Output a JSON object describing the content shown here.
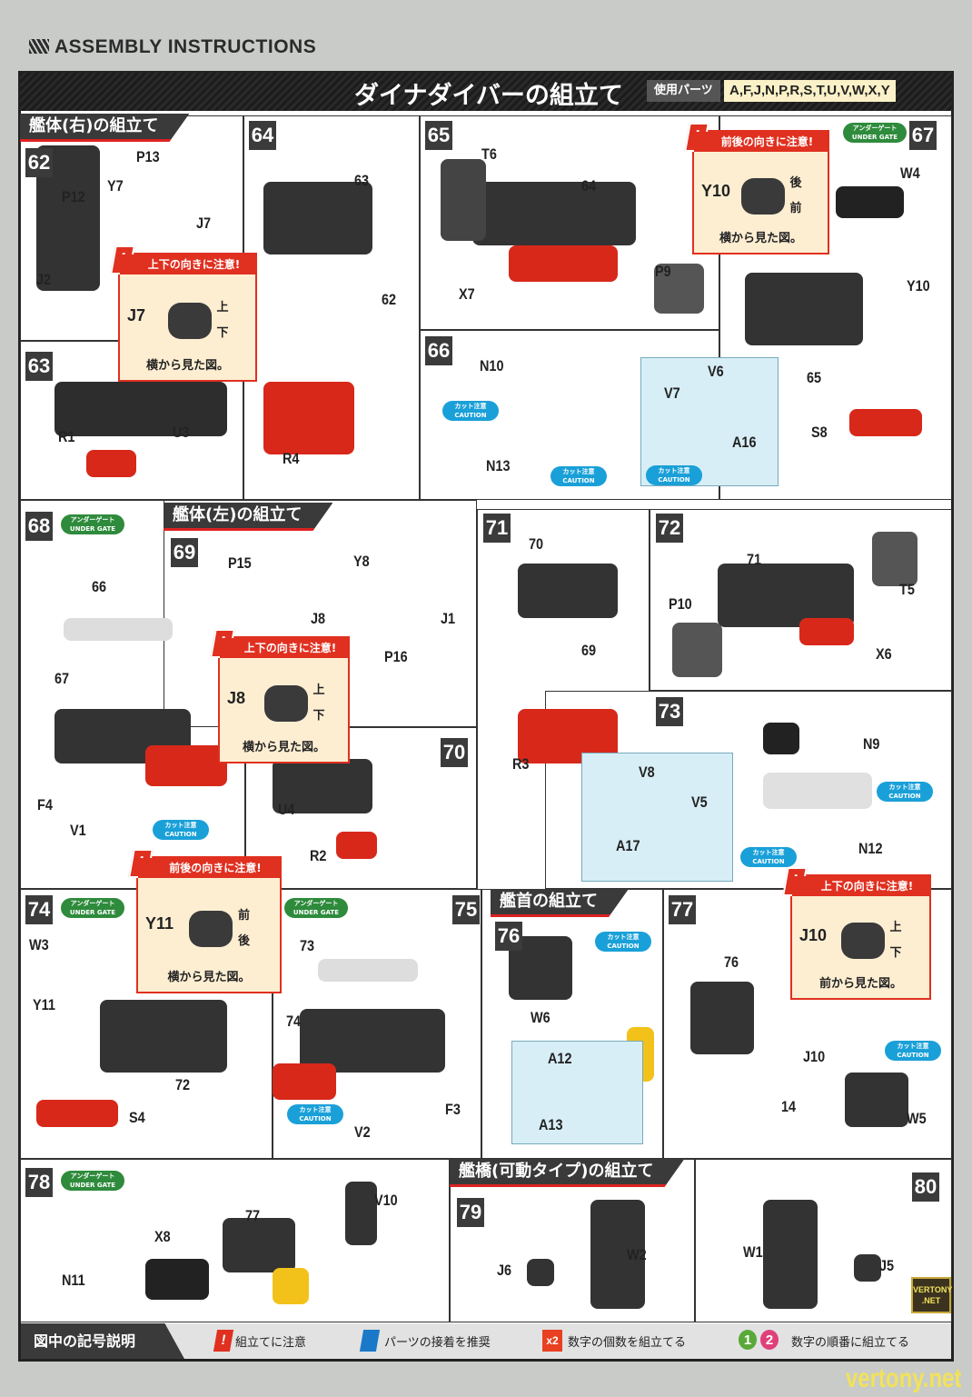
{
  "header": {
    "title": "ASSEMBLY INSTRUCTIONS"
  },
  "page": {
    "title": "ダイナダイバーの組立て",
    "parts_label": "使用パーツ",
    "parts_value": "A,F,J,N,P,R,S,T,U,V,W,X,Y"
  },
  "sections": [
    "艦体(右)の組立て",
    "艦体(左)の組立て",
    "艦首の組立て",
    "艦橋(可動タイプ)の組立て"
  ],
  "badges": {
    "under_gate": "アンダーゲート",
    "under_gate_en": "UNDER GATE",
    "cut": "カット注意",
    "cut_en": "CAUTION"
  },
  "cautions": [
    {
      "title": "上下の向きに注意!",
      "part": "J7",
      "a": "上",
      "b": "下",
      "note": "横から見た図。"
    },
    {
      "title": "前後の向きに注意!",
      "part": "Y10",
      "a": "後",
      "b": "前",
      "note": "横から見た図。"
    },
    {
      "title": "上下の向きに注意!",
      "part": "J8",
      "a": "上",
      "b": "下",
      "note": "横から見た図。"
    },
    {
      "title": "前後の向きに注意!",
      "part": "Y11",
      "a": "前",
      "b": "後",
      "note": "横から見た図。"
    },
    {
      "title": "上下の向きに注意!",
      "part": "J10",
      "a": "上",
      "b": "下",
      "note": "前から見た図。"
    }
  ],
  "steps": {
    "62": [
      "P13",
      "Y7",
      "P12",
      "J7",
      "J2"
    ],
    "63": [
      "U3",
      "R1"
    ],
    "64": [
      "63",
      "62",
      "R4"
    ],
    "65": [
      "T6",
      "64",
      "P9",
      "X7"
    ],
    "66": [
      "N10",
      "N13",
      "V6",
      "V7",
      "A16"
    ],
    "67": [
      "W4",
      "Y10",
      "65",
      "S8"
    ],
    "68": [
      "66",
      "67",
      "F4",
      "V1"
    ],
    "69": [
      "P15",
      "Y8",
      "J8",
      "J1",
      "P16"
    ],
    "70": [
      "U4",
      "R2"
    ],
    "71": [
      "70",
      "69",
      "R3"
    ],
    "72": [
      "71",
      "T5",
      "P10",
      "X6"
    ],
    "73": [
      "N9",
      "V8",
      "V5",
      "A17",
      "N12"
    ],
    "74": [
      "W3",
      "Y11",
      "72",
      "S4"
    ],
    "75": [
      "73",
      "74",
      "F3",
      "V2"
    ],
    "76": [
      "W6",
      "A12",
      "A13"
    ],
    "77": [
      "76",
      "J10",
      "14",
      "W5"
    ],
    "78": [
      "77",
      "V10",
      "X8",
      "N11"
    ],
    "79": [
      "J6",
      "W2"
    ],
    "80": [
      "W1",
      "J5"
    ]
  },
  "legend": {
    "title": "図中の記号説明",
    "items": [
      {
        "icon": "!",
        "label": "組立てに注意",
        "color": "#e03020"
      },
      {
        "icon": "",
        "label": "パーツの接着を推奨",
        "color": "#1a78c8"
      },
      {
        "icon": "x2",
        "label": "数字の個数を組立てる",
        "color": "#e84020"
      },
      {
        "icon": "1",
        "icon2": "2",
        "label": "数字の順番に組立てる",
        "color": "#5aa83a",
        "color2": "#e0407a"
      }
    ]
  },
  "watermark": {
    "text": "vertony.net",
    "box_a": "VERTONY",
    "box_b": ".NET"
  }
}
